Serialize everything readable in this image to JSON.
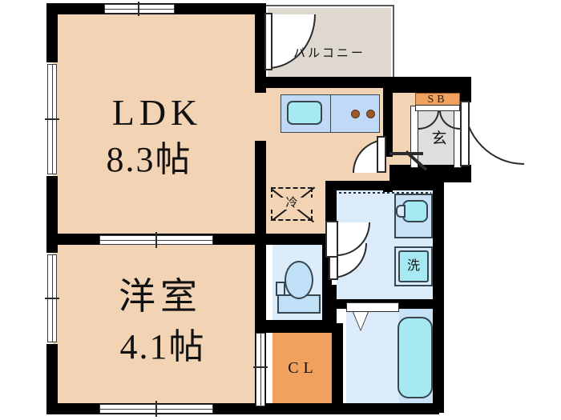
{
  "plan": {
    "type": "apartment-floor-plan",
    "layout_code": "1LDK",
    "rooms": [
      {
        "id": "ldk",
        "name": "LDK",
        "size": "8.3帖",
        "floor_color": "#F2D3B3"
      },
      {
        "id": "washitsu",
        "name": "洋室",
        "size": "4.1帖",
        "floor_color": "#F2D3B3"
      },
      {
        "id": "balcony",
        "name": "バルコニー",
        "size": "",
        "floor_color": "#DFD8D0"
      },
      {
        "id": "genkan",
        "name": "玄",
        "size": "",
        "floor_color": "#DEDEDE"
      }
    ],
    "labels": {
      "ldk_name": "LDK",
      "ldk_size": "8.3帖",
      "room_name": "洋室",
      "room_size": "4.1帖",
      "balcony": "バルコニー",
      "genkan": "玄",
      "shoe_box": "SB",
      "closet": "CL",
      "washer": "洗",
      "refrigerator": "冷"
    },
    "fixtures": [
      {
        "name": "kitchen-sink",
        "label": ""
      },
      {
        "name": "gas-stove",
        "label": "",
        "burners": 2
      },
      {
        "name": "refrigerator-space",
        "label": "冷"
      },
      {
        "name": "toilet",
        "label": ""
      },
      {
        "name": "washing-machine-space",
        "label": "洗"
      },
      {
        "name": "lavatory-basin",
        "label": ""
      },
      {
        "name": "bathtub",
        "label": ""
      },
      {
        "name": "shoe-box",
        "label": "SB"
      },
      {
        "name": "closet",
        "label": "CL"
      }
    ],
    "colors": {
      "wall": "#000000",
      "floor": "#F2D3B3",
      "balcony": "#DFD8D0",
      "wet_area": "#DCEBFA",
      "wet_mid": "#C7E2F7",
      "water": "#A6E9F2",
      "closet_orange": "#F0A15E",
      "genkan_gray": "#DEDEDE",
      "fixture_outline": "#37474F",
      "burner": "#9A5A2B"
    }
  }
}
